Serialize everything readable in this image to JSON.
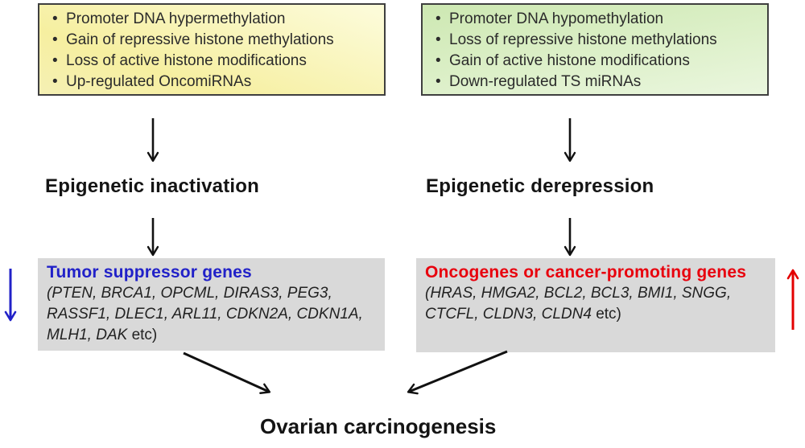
{
  "yellow_box": {
    "items": [
      "Promoter DNA hypermethylation",
      "Gain of repressive histone methylations",
      "Loss of active histone modifications",
      "Up-regulated OncomiRNAs"
    ]
  },
  "green_box": {
    "items": [
      "Promoter DNA hypomethylation",
      "Loss of repressive histone methylations",
      "Gain of active histone modifications",
      "Down-regulated TS miRNAs"
    ]
  },
  "labels": {
    "left_stage": "Epigenetic inactivation",
    "right_stage": "Epigenetic derepression",
    "outcome": "Ovarian carcinogenesis"
  },
  "tumor_box": {
    "title": "Tumor suppressor genes",
    "genes_italic": "(PTEN, BRCA1, OPCML, DIRAS3, PEG3, RASSF1, DLEC1, ARL11, CDKN2A, CDKN1A, MLH1, DAK",
    "genes_suffix": " etc)"
  },
  "onco_box": {
    "title": "Oncogenes or cancer-promoting genes",
    "genes_italic": "(HRAS, HMGA2, BCL2, BCL3, BMI1, SNGG, CTCFL, CLDN3, CLDN4",
    "genes_suffix": " etc)"
  },
  "colors": {
    "tumor_title": "#2121c8",
    "onco_title": "#e8000d",
    "down_arrow": "#2121c8",
    "up_arrow": "#e30000",
    "flow_arrow": "#111111",
    "gene_box_bg": "#d9d9d9"
  }
}
